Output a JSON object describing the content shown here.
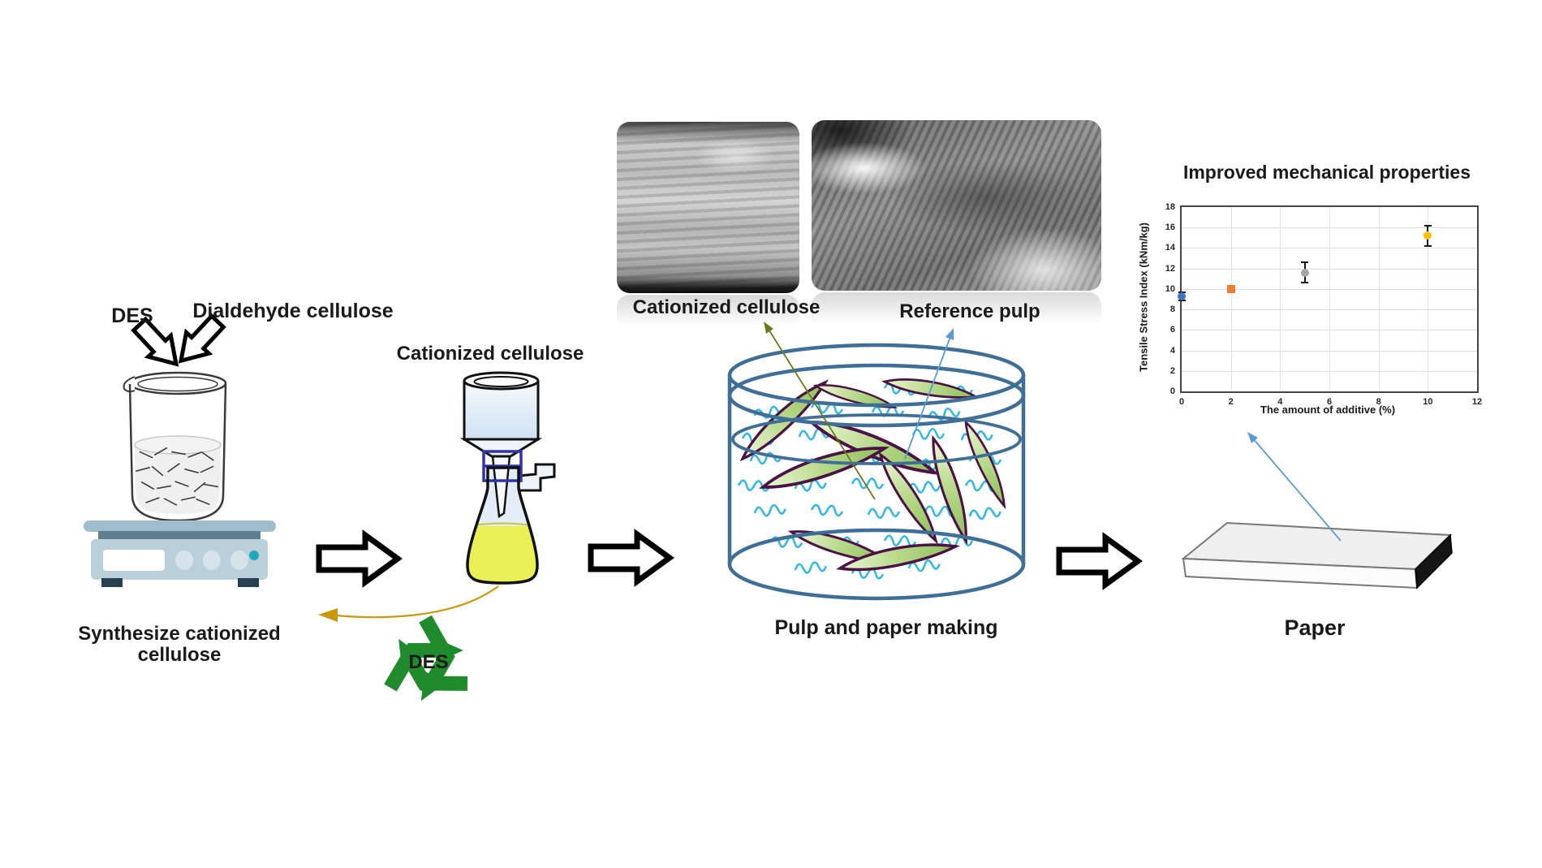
{
  "figure": {
    "synthesis": {
      "reagent_left": "DES",
      "reagent_right": "Dialdehyde cellulose",
      "caption": "Synthesize cationized cellulose"
    },
    "filtration": {
      "title": "Cationized cellulose",
      "recycle_label": "DES"
    },
    "sem": {
      "left_caption": "Cationized cellulose",
      "right_caption": "Reference pulp"
    },
    "pulp": {
      "caption": "Pulp and paper making"
    },
    "paper": {
      "caption": "Paper"
    }
  },
  "chart_data": {
    "type": "scatter",
    "title": "Improved mechanical properties",
    "xlabel": "The amount of additive (%)",
    "ylabel": "Tensile Stress Index (kNm/kg)",
    "xlim": [
      0,
      12
    ],
    "ylim": [
      0,
      18
    ],
    "x_ticks": [
      0,
      2,
      4,
      6,
      8,
      10,
      12
    ],
    "y_ticks": [
      0,
      2,
      4,
      6,
      8,
      10,
      12,
      14,
      16,
      18
    ],
    "grid": true,
    "legend": "none",
    "series": [
      {
        "x": 0,
        "y": 9.3,
        "yerr": 0.4,
        "marker": "circle",
        "color": "#4472c4"
      },
      {
        "x": 2,
        "y": 10.0,
        "yerr": 0.3,
        "marker": "square",
        "color": "#ed7d31"
      },
      {
        "x": 5,
        "y": 11.6,
        "yerr": 1.0,
        "marker": "circle",
        "color": "#a5a5a5"
      },
      {
        "x": 10,
        "y": 15.2,
        "yerr": 1.0,
        "marker": "circle",
        "color": "#ffc000"
      }
    ]
  },
  "colors": {
    "tank_outline": "#3f6e96",
    "fine_fiber_cyan": "#35b7e5",
    "coarse_fiber_outline": "#4a1245",
    "recycle_green": "#1f8b2c",
    "flask_liquid_yellow": "#e9f056",
    "recycle_arrow_gold": "#c8980f",
    "pointer_blue": "#5b9bd5",
    "pointer_olive": "#6b7a1e"
  }
}
